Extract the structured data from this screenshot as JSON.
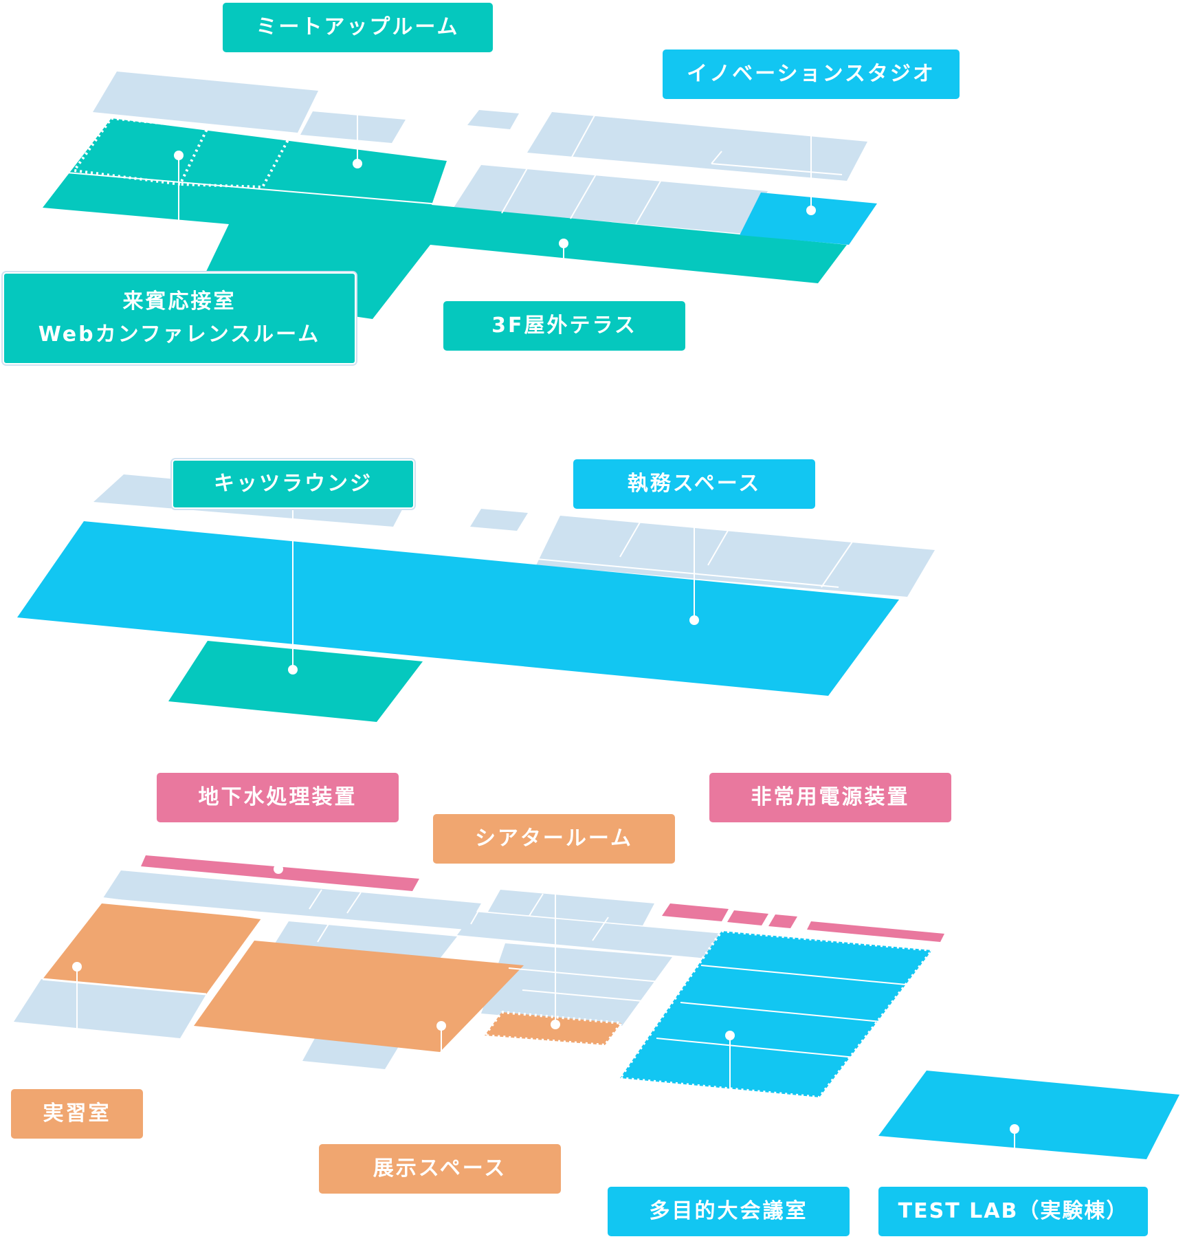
{
  "colors": {
    "room": "#cde1f0",
    "teal": "#05c8be",
    "blue": "#12c6f2",
    "pink": "#e9789e",
    "orange": "#f0a670",
    "line": "#ffffff"
  },
  "labels": {
    "meetup_room": "ミートアップルーム",
    "innovation_studio": "イノベーションスタジオ",
    "reception_line1": "来賓応接室",
    "reception_line2": "Webカンファレンスルーム",
    "terrace_3f": "3F屋外テラス",
    "kids_lounge": "キッツラウンジ",
    "office_space": "執務スペース",
    "groundwater": "地下水処理装置",
    "emergency_power": "非常用電源装置",
    "theater_room": "シアタールーム",
    "training_room": "実習室",
    "exhibition_space": "展示スペース",
    "multipurpose_hall": "多目的大会議室",
    "test_lab": "TEST LAB（実験棟）"
  }
}
